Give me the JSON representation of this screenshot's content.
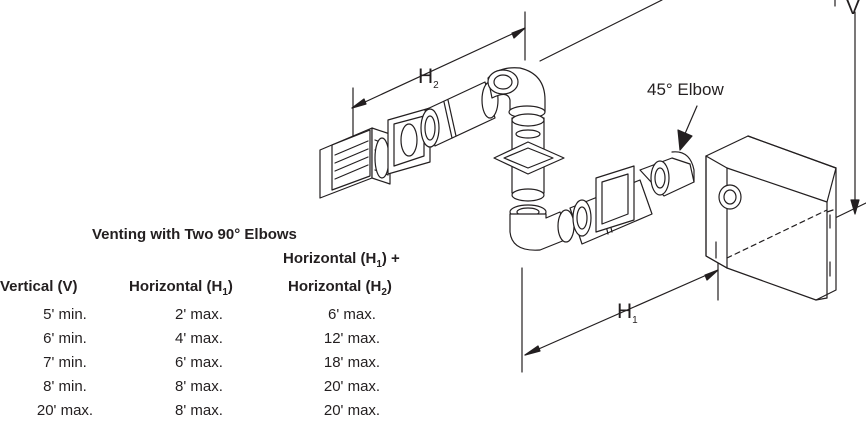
{
  "labels": {
    "h2": "H",
    "h2_sub": "2",
    "h1": "H",
    "h1_sub": "1",
    "v": "V",
    "elbow": "45° Elbow"
  },
  "table": {
    "title": "Venting with Two 90° Elbows",
    "col_vertical": "Vertical (V)",
    "col_h1_pre": "Horizontal (H",
    "col_h1_sub": "1",
    "col_h1_post": ")",
    "col_sum_line1_pre": "Horizontal (H",
    "col_sum_line1_sub": "1",
    "col_sum_line1_post": ") +",
    "col_sum_line2_pre": "Horizontal (H",
    "col_sum_line2_sub": "2",
    "col_sum_line2_post": ")",
    "rows": [
      {
        "v": "5' min.",
        "h1": "2' max.",
        "sum": "6' max."
      },
      {
        "v": "6' min.",
        "h1": "4' max.",
        "sum": "12' max."
      },
      {
        "v": "7' min.",
        "h1": "6' max.",
        "sum": "18' max."
      },
      {
        "v": "8' min.",
        "h1": "8' max.",
        "sum": "20' max."
      },
      {
        "v": "20' max.",
        "h1": "8' max.",
        "sum": "20' max."
      }
    ]
  }
}
